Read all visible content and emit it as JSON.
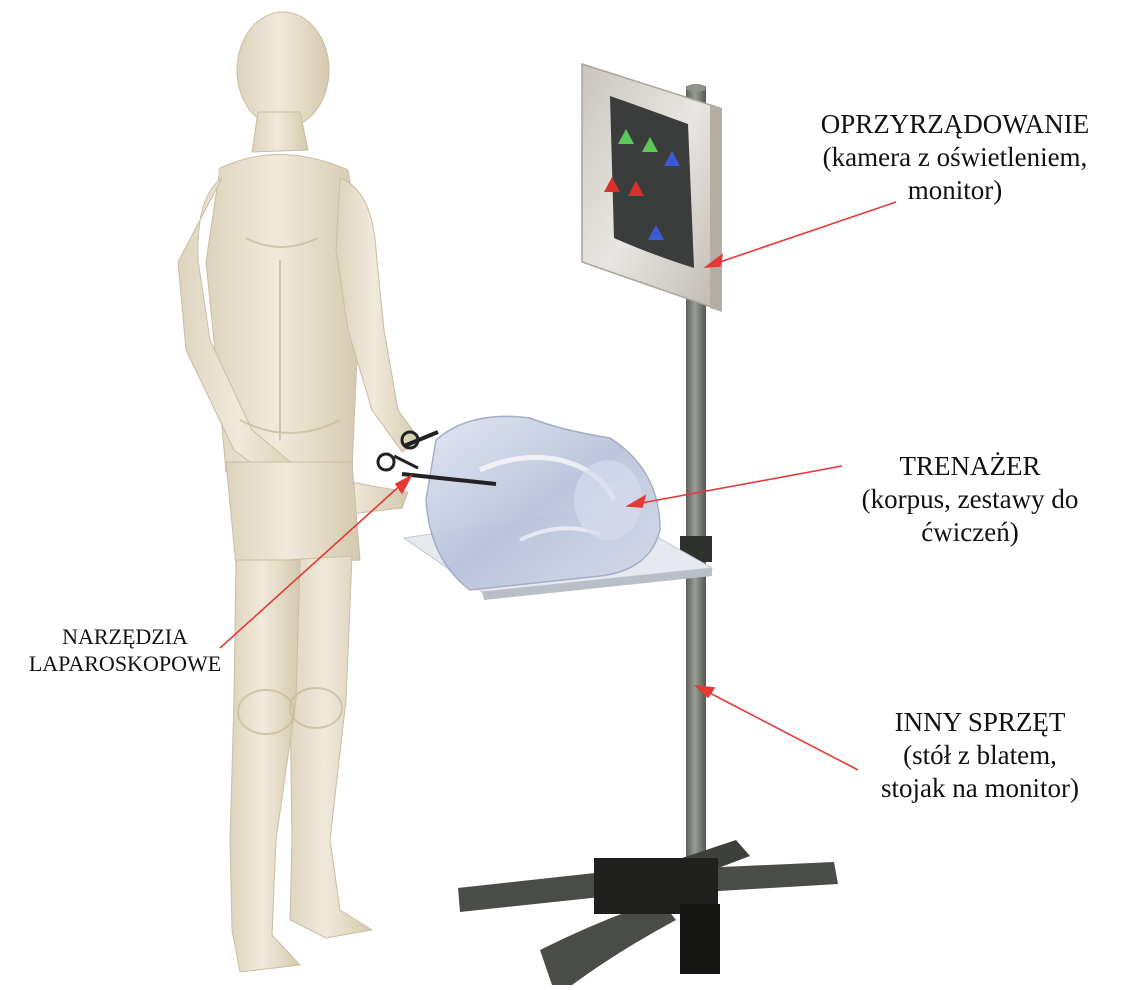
{
  "labels": {
    "instrumentation": {
      "title": "OPRZYRZĄDOWANIE",
      "line2": "(kamera z oświetleniem,",
      "line3": "monitor)"
    },
    "trainer": {
      "title": "TRENAŻER",
      "line2": "(korpus, zestawy do",
      "line3": "ćwiczeń)"
    },
    "tools": {
      "line1": "NARZĘDZIA",
      "line2": "LAPAROSKOPOWE"
    },
    "other_equipment": {
      "title": "INNY SPRZĘT",
      "line2": "(stół z blatem,",
      "line3": "stojak na monitor)"
    }
  },
  "colors": {
    "arrow": "#e53935",
    "figure": "#ece4d0",
    "figure_shade": "#d6cbb1",
    "pole": "#6f726c",
    "base": "#4a4c48",
    "monitor_frame": "#d9d6d0",
    "screen": "#3a3d3c",
    "table_top": "#e6e9ee",
    "trainer_body": "#c7cfe4"
  },
  "screen_markers": [
    {
      "color": "#5ec95a"
    },
    {
      "color": "#5ec95a"
    },
    {
      "color": "#3b5bd6"
    },
    {
      "color": "#d9312b"
    },
    {
      "color": "#d9312b"
    },
    {
      "color": "#3b5bd6"
    }
  ]
}
